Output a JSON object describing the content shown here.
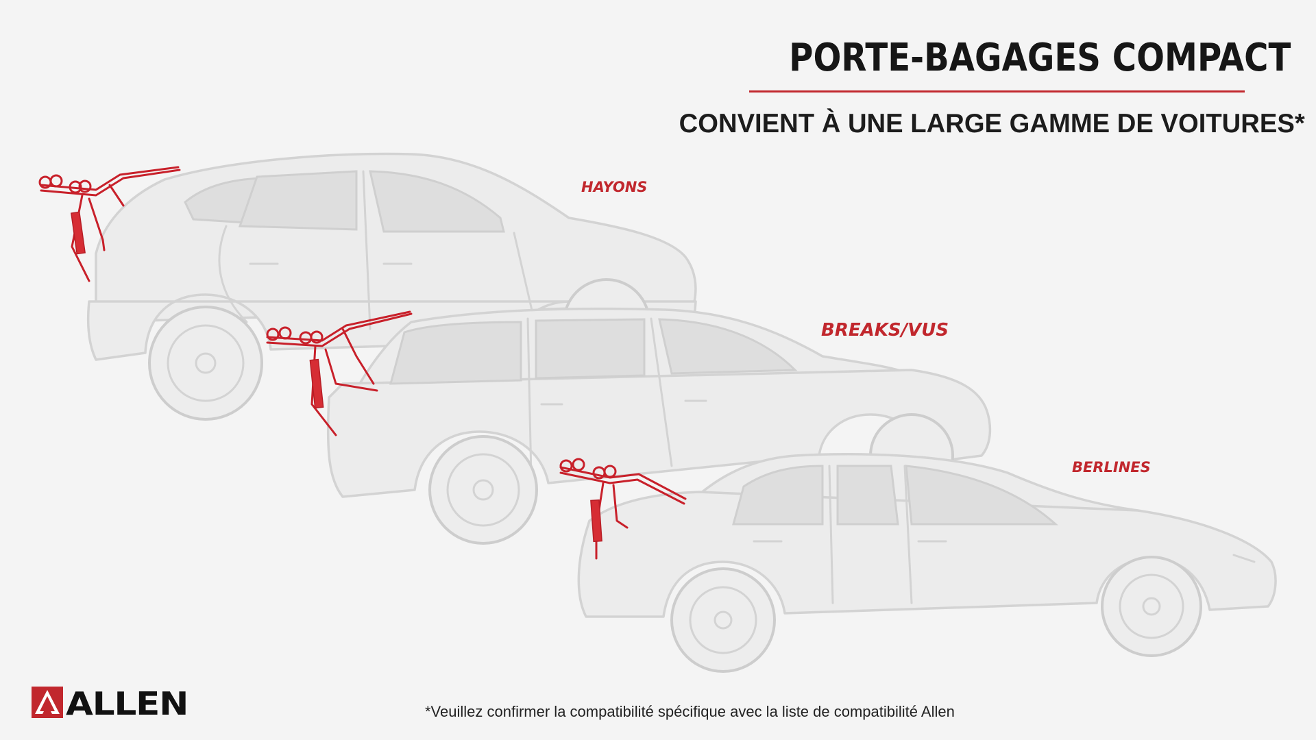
{
  "header": {
    "title": "PORTE-BAGAGES COMPACT",
    "subtitle": "CONVIENT À UNE LARGE GAMME DE VOITURES*"
  },
  "labels": {
    "hatchbacks": "HAYONS",
    "wagons": "BREAKS/VUS",
    "sedans": "BERLINES"
  },
  "footer": {
    "brand": "ALLEN",
    "note": "*Veuillez confirmer la compatibilité spécifique avec la liste de compatibilité Allen"
  },
  "colors": {
    "accent": "#c1272d",
    "car_outline": "#d3d3d3",
    "background": "#f4f4f4"
  }
}
